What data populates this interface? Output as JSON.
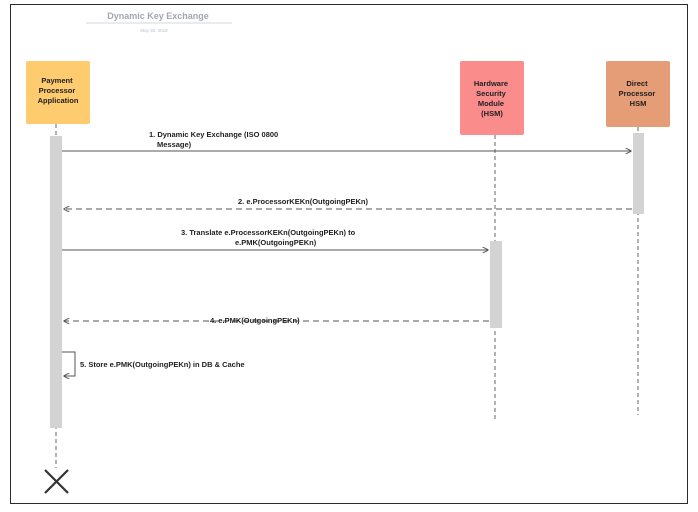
{
  "diagram": {
    "title": "Dynamic Key Exchange",
    "subtitle": "May 30, 2019",
    "colors": {
      "payment_actor": "#fecb6f",
      "hsm_actor": "#fa8c8c",
      "direct_actor": "#e59d78",
      "activation": "#d3d3d3",
      "line": "#555555"
    },
    "actors": [
      {
        "id": "payment",
        "lines": [
          "Payment",
          "Processor",
          "Application"
        ]
      },
      {
        "id": "hsm",
        "lines": [
          "Hardware",
          "Security",
          "Module",
          "(HSM)"
        ]
      },
      {
        "id": "direct",
        "lines": [
          "Direct",
          "Processor",
          "HSM"
        ]
      }
    ],
    "messages": [
      {
        "id": "m1",
        "lines": [
          "1. Dynamic Key Exchange (ISO 0800",
          "Message)"
        ]
      },
      {
        "id": "m2",
        "lines": [
          "2. e.ProcessorKEKn(OutgoingPEKn)"
        ]
      },
      {
        "id": "m3",
        "lines": [
          "3. Translate e.ProcessorKEKn(OutgoingPEKn) to",
          "e.PMK(OutgoingPEKn)"
        ]
      },
      {
        "id": "m4",
        "lines": [
          "4. e.PMK(OutgoingPEKn)"
        ]
      },
      {
        "id": "m5",
        "lines": [
          "5. Store  e.PMK(OutgoingPEKn) in DB & Cache"
        ]
      }
    ]
  }
}
